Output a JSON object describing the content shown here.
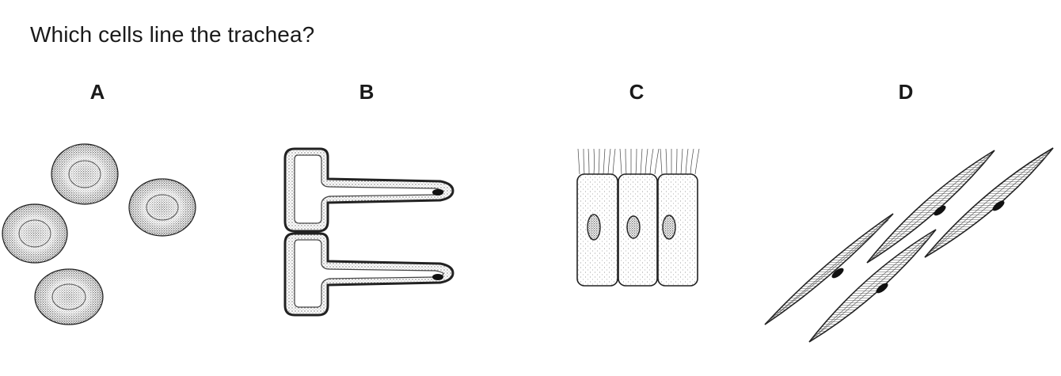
{
  "question": "Which cells line the trachea?",
  "options": [
    {
      "label": "A",
      "depicts": "red-blood-cells"
    },
    {
      "label": "B",
      "depicts": "root-hair-cells"
    },
    {
      "label": "C",
      "depicts": "ciliated-epithelial-cells"
    },
    {
      "label": "D",
      "depicts": "smooth-muscle-cells"
    }
  ]
}
